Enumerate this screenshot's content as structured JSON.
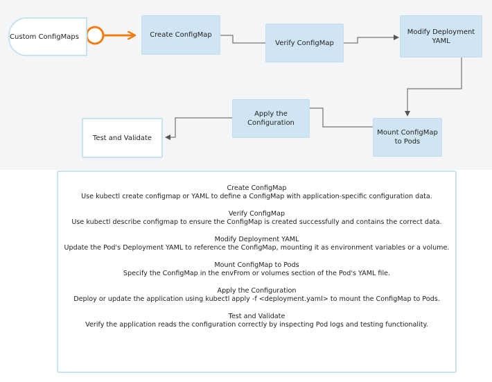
{
  "start_label": "Custom ConfigMaps",
  "nodes": {
    "create": "Create ConfigMap",
    "verify": "Verify ConfigMap",
    "modify": "Modify Deployment YAML",
    "mount": "Mount ConfigMap to Pods",
    "apply": "Apply the Configuration",
    "test": "Test and Validate"
  },
  "colors": {
    "node_fill": "#cfe5f3",
    "connector_accent": "#f07e0f",
    "edge": "#555555"
  },
  "steps": [
    {
      "title": "Create ConfigMap",
      "desc": "Use kubectl create configmap or YAML to define a ConfigMap with application-specific configuration data."
    },
    {
      "title": "Verify ConfigMap",
      "desc": "Use kubectl describe configmap to ensure the ConfigMap is created successfully and contains the correct data."
    },
    {
      "title": "Modify Deployment YAML",
      "desc": "Update the Pod's Deployment YAML to reference the ConfigMap, mounting it as environment variables or a volume."
    },
    {
      "title": "Mount ConfigMap to Pods",
      "desc": "Specify the ConfigMap in the envFrom or volumes section of the Pod's YAML file."
    },
    {
      "title": "Apply the Configuration",
      "desc": "Deploy or update the application using kubectl apply -f <deployment.yaml> to mount the ConfigMap to Pods."
    },
    {
      "title": "Test and Validate",
      "desc": "Verify the application reads the configuration correctly by inspecting Pod logs and testing functionality."
    }
  ]
}
